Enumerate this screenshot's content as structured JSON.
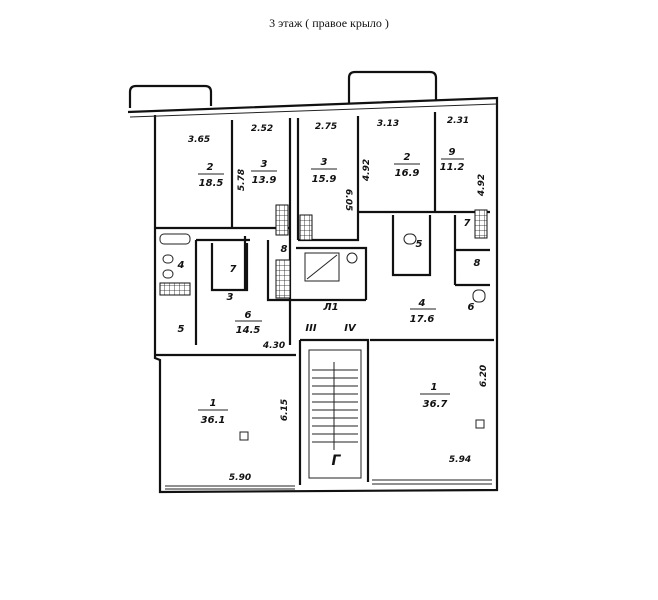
{
  "title": "3 этаж ( правое крыло )",
  "rooms": [
    {
      "num": "2",
      "area": "18.5"
    },
    {
      "num": "3",
      "area": "13.9"
    },
    {
      "num": "3",
      "area": "15.9"
    },
    {
      "num": "2",
      "area": "16.9"
    },
    {
      "num": "9",
      "area": "11.2"
    },
    {
      "num": "6",
      "area": "14.5"
    },
    {
      "num": "4",
      "area": "17.6"
    },
    {
      "num": "1",
      "area": "36.1"
    },
    {
      "num": "1",
      "area": "36.7"
    }
  ],
  "small_rooms": [
    "4",
    "7",
    "8",
    "3",
    "5",
    "5",
    "7",
    "8",
    "6"
  ],
  "stair_labels": {
    "landing": "Л1",
    "left": "III",
    "right": "IV",
    "stair": "Г"
  },
  "dimensions": {
    "top": [
      "3.65",
      "2.52",
      "2.75",
      "3.13",
      "2.31"
    ],
    "vertical": [
      "5.78",
      "6.05",
      "4.92",
      "4.92",
      "6.15",
      "6.20"
    ],
    "bottom": [
      "4.30",
      "5.90",
      "5.94"
    ]
  }
}
